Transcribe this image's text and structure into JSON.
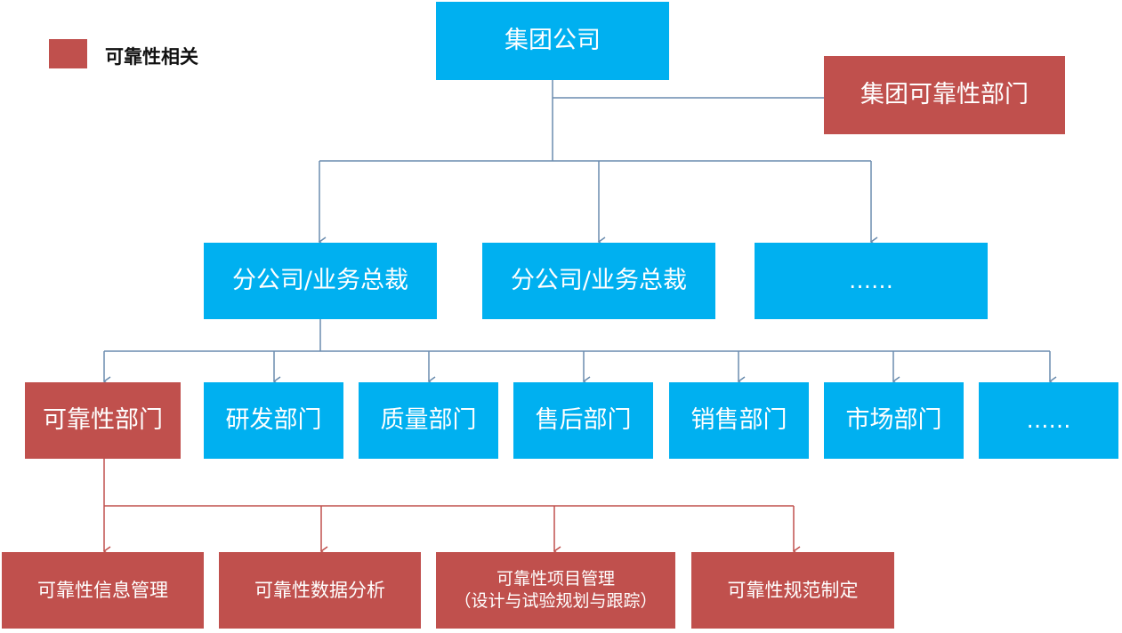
{
  "legend": {
    "label": "可靠性相关",
    "color": "#c0504d"
  },
  "colors": {
    "normal": "#00b0f0",
    "reliability": "#c0504d",
    "connector_normal": "#6a8caf",
    "connector_reliability": "#c0504d"
  },
  "level1": {
    "group_company": "集团公司",
    "group_reliability_dept": "集团可靠性部门"
  },
  "level2": {
    "branch_1": "分公司/业务总裁",
    "branch_2": "分公司/业务总裁",
    "branch_3": "……"
  },
  "level3": {
    "reliability": "可靠性部门",
    "rd": "研发部门",
    "quality": "质量部门",
    "aftersales": "售后部门",
    "sales": "销售部门",
    "market": "市场部门",
    "more": "……"
  },
  "level4": {
    "info": "可靠性信息管理",
    "data": "可靠性数据分析",
    "project": "可靠性项目管理\n（设计与试验规划与跟踪）",
    "standard": "可靠性规范制定"
  }
}
